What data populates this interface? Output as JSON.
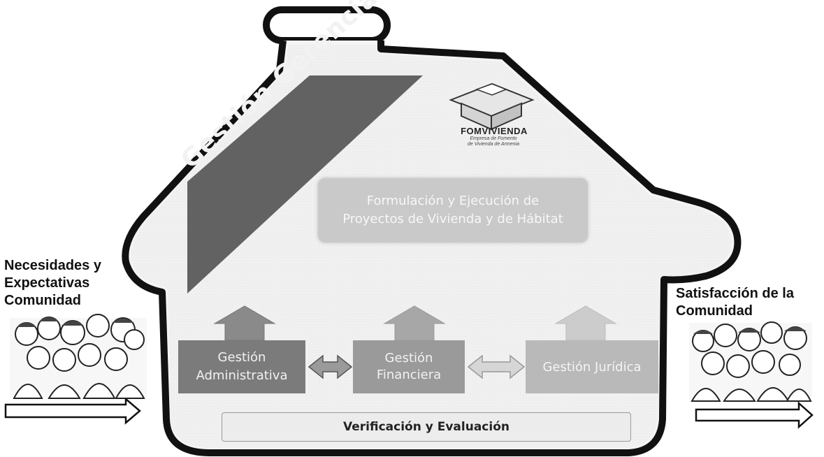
{
  "left_label": {
    "line1": "Necesidades y",
    "line2": "Expectativas",
    "line3": "Comunidad"
  },
  "right_label": {
    "line1": "Satisfacción de la",
    "line2": "Comunidad"
  },
  "banner": {
    "text": "Gestión Gerencial"
  },
  "logo": {
    "name": "FOMVIVIENDA",
    "subtitle1": "Empresa de Fomento",
    "subtitle2": "de Vivienda de Armenia"
  },
  "center_box": {
    "line1": "Formulación y Ejecución de",
    "line2": "Proyectos de Vivienda y de Hábitat"
  },
  "process_boxes": {
    "admin_line1": "Gestión",
    "admin_line2": "Administrativa",
    "fin_line1": "Gestión",
    "fin_line2": "Financiera",
    "juridica": "Gestión Jurídica"
  },
  "verification": "Verificación y Evaluación",
  "colors": {
    "banner": "#5e5e5e",
    "admin": "#7b7b7b",
    "financiera": "#9a9a9a",
    "juridica": "#b9b9b9",
    "formulacion": "#c9c9c9",
    "outline": "#111111"
  }
}
